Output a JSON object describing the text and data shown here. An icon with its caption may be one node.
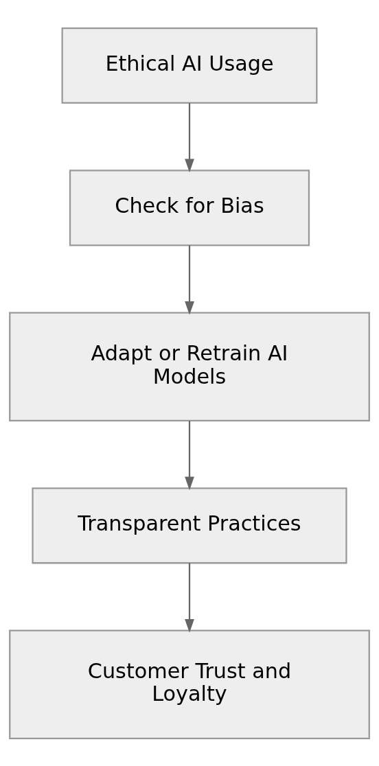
{
  "diagram": {
    "nodes": [
      {
        "text": [
          "Ethical AI Usage"
        ]
      },
      {
        "text": [
          "Check for Bias"
        ]
      },
      {
        "text": [
          "Adapt or Retrain AI Models"
        ]
      },
      {
        "text": [
          "Transparent Practices"
        ]
      },
      {
        "text": [
          "Customer Trust and Loyalty"
        ]
      }
    ],
    "edges": [
      {
        "from": 0,
        "to": 1,
        "arrow": "to"
      },
      {
        "from": 1,
        "to": 2,
        "arrow": "to"
      },
      {
        "from": 2,
        "to": 3,
        "arrow": "to"
      },
      {
        "from": 3,
        "to": 4,
        "arrow": "to"
      }
    ]
  }
}
